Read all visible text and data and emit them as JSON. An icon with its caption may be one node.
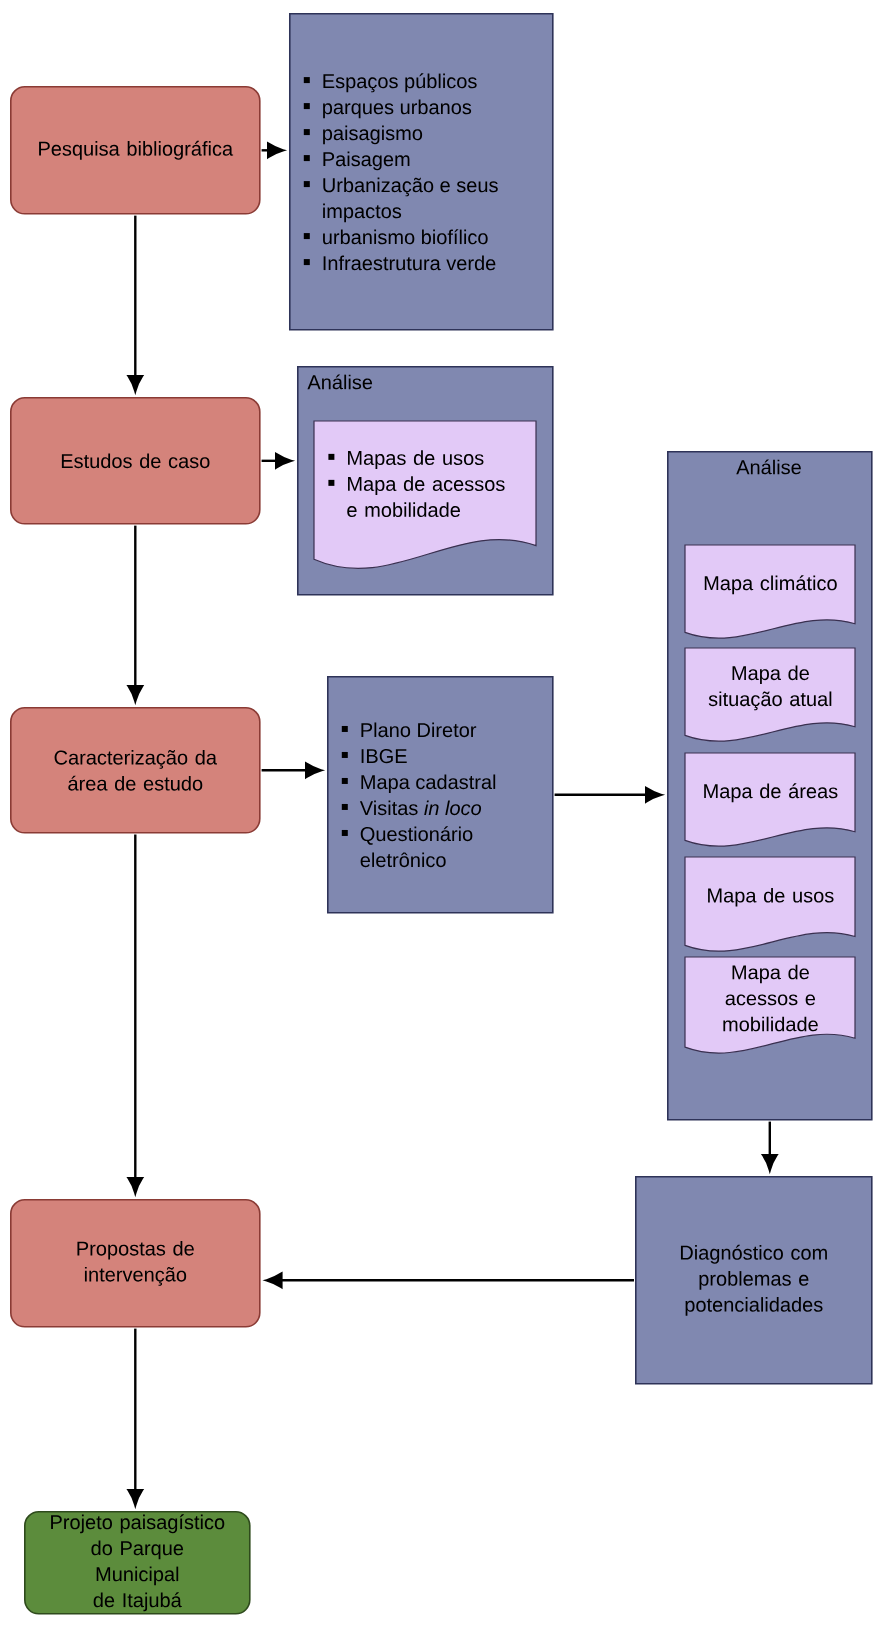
{
  "diagram": {
    "nodes": [
      {
        "text": [
          "Pesquisa bibliográfica"
        ]
      },
      {
        "text": [
          "Espaços públicos",
          "parques urbanos",
          "paisagismo",
          "Paisagem",
          "Urbanização e seus impactos",
          "urbanismo biofílico",
          "Infraestrutura verde"
        ]
      },
      {
        "text": [
          "Estudos de caso"
        ]
      },
      {
        "text": [
          "Análise"
        ]
      },
      {
        "text": [
          "Mapas de usos",
          "Mapa de acessos e mobilidade"
        ],
        "in": 3
      },
      {
        "text": [
          "Caracterização da área de estudo"
        ]
      },
      {
        "text": [
          "Plano Diretor",
          "IBGE",
          "Mapa cadastral",
          "Visitas *in loco*",
          "Questionário eletrônico"
        ]
      },
      {
        "text": [
          "Análise"
        ]
      },
      {
        "text": [
          "Mapa climático"
        ],
        "in": 7
      },
      {
        "text": [
          "Mapa de situação atual"
        ],
        "in": 7
      },
      {
        "text": [
          "Mapa de áreas"
        ],
        "in": 7
      },
      {
        "text": [
          "Mapa de usos"
        ],
        "in": 7
      },
      {
        "text": [
          "Mapa de acessos e mobilidade"
        ],
        "in": 7
      },
      {
        "text": [
          "Propostas de intervenção"
        ]
      },
      {
        "text": [
          "Diagnóstico com problemas e potencialidades"
        ]
      },
      {
        "text": [
          "Projeto paisagístico do Parque Municipal de Itajubá"
        ]
      }
    ],
    "edges": [
      {
        "from": 0,
        "to": 1,
        "arrow": "to"
      },
      {
        "from": 0,
        "to": 2,
        "arrow": "to"
      },
      {
        "from": 2,
        "to": 3,
        "arrow": "to"
      },
      {
        "from": 2,
        "to": 5,
        "arrow": "to"
      },
      {
        "from": 5,
        "to": 6,
        "arrow": "to"
      },
      {
        "from": 6,
        "to": 7,
        "arrow": "to"
      },
      {
        "from": 5,
        "to": 13,
        "arrow": "to"
      },
      {
        "from": 7,
        "to": 14,
        "arrow": "to"
      },
      {
        "from": 14,
        "to": 13,
        "arrow": "to"
      },
      {
        "from": 13,
        "to": 15,
        "arrow": "to"
      }
    ]
  }
}
